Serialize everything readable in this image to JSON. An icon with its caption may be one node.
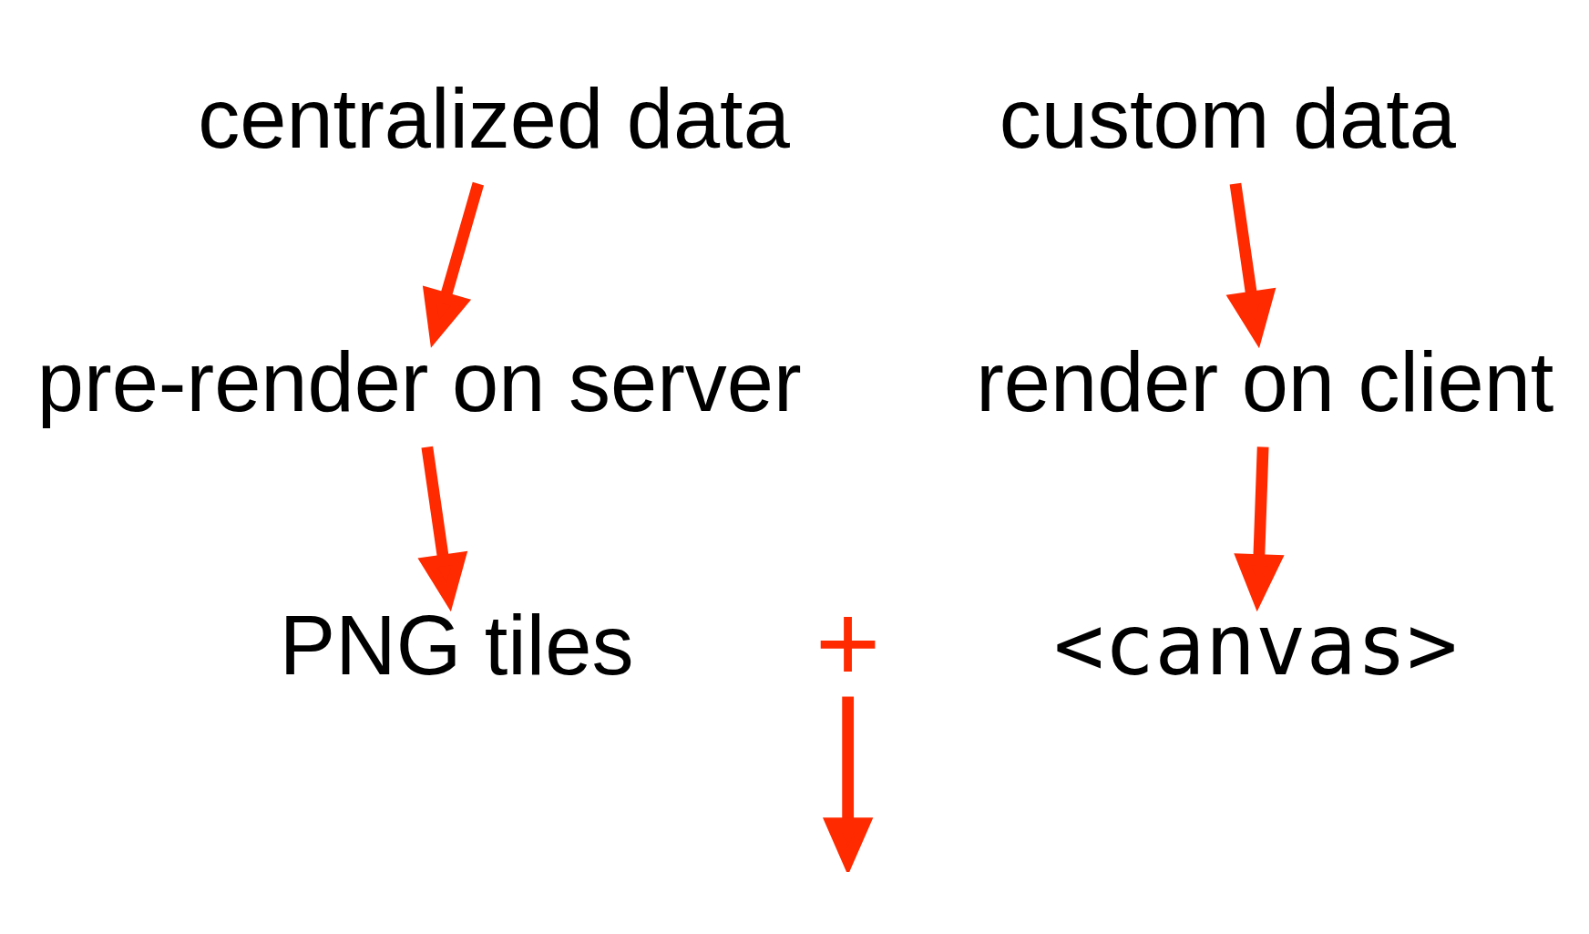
{
  "diagram": {
    "nodes": [
      {
        "text": [
          "centralized data"
        ]
      },
      {
        "text": [
          "custom data"
        ]
      },
      {
        "text": [
          "pre-render on server"
        ]
      },
      {
        "text": [
          "render on client"
        ]
      },
      {
        "text": [
          "PNG tiles"
        ]
      },
      {
        "text": [
          "+"
        ]
      },
      {
        "text": [
          "<canvas>"
        ]
      }
    ],
    "edges": [
      {
        "from": 0,
        "to": 2,
        "arrow": "to"
      },
      {
        "from": 1,
        "to": 3,
        "arrow": "to"
      },
      {
        "from": 2,
        "to": 4,
        "arrow": "to"
      },
      {
        "from": 3,
        "to": 6,
        "arrow": "to"
      },
      {
        "from": 5,
        "to": null,
        "arrow": "to"
      }
    ]
  }
}
